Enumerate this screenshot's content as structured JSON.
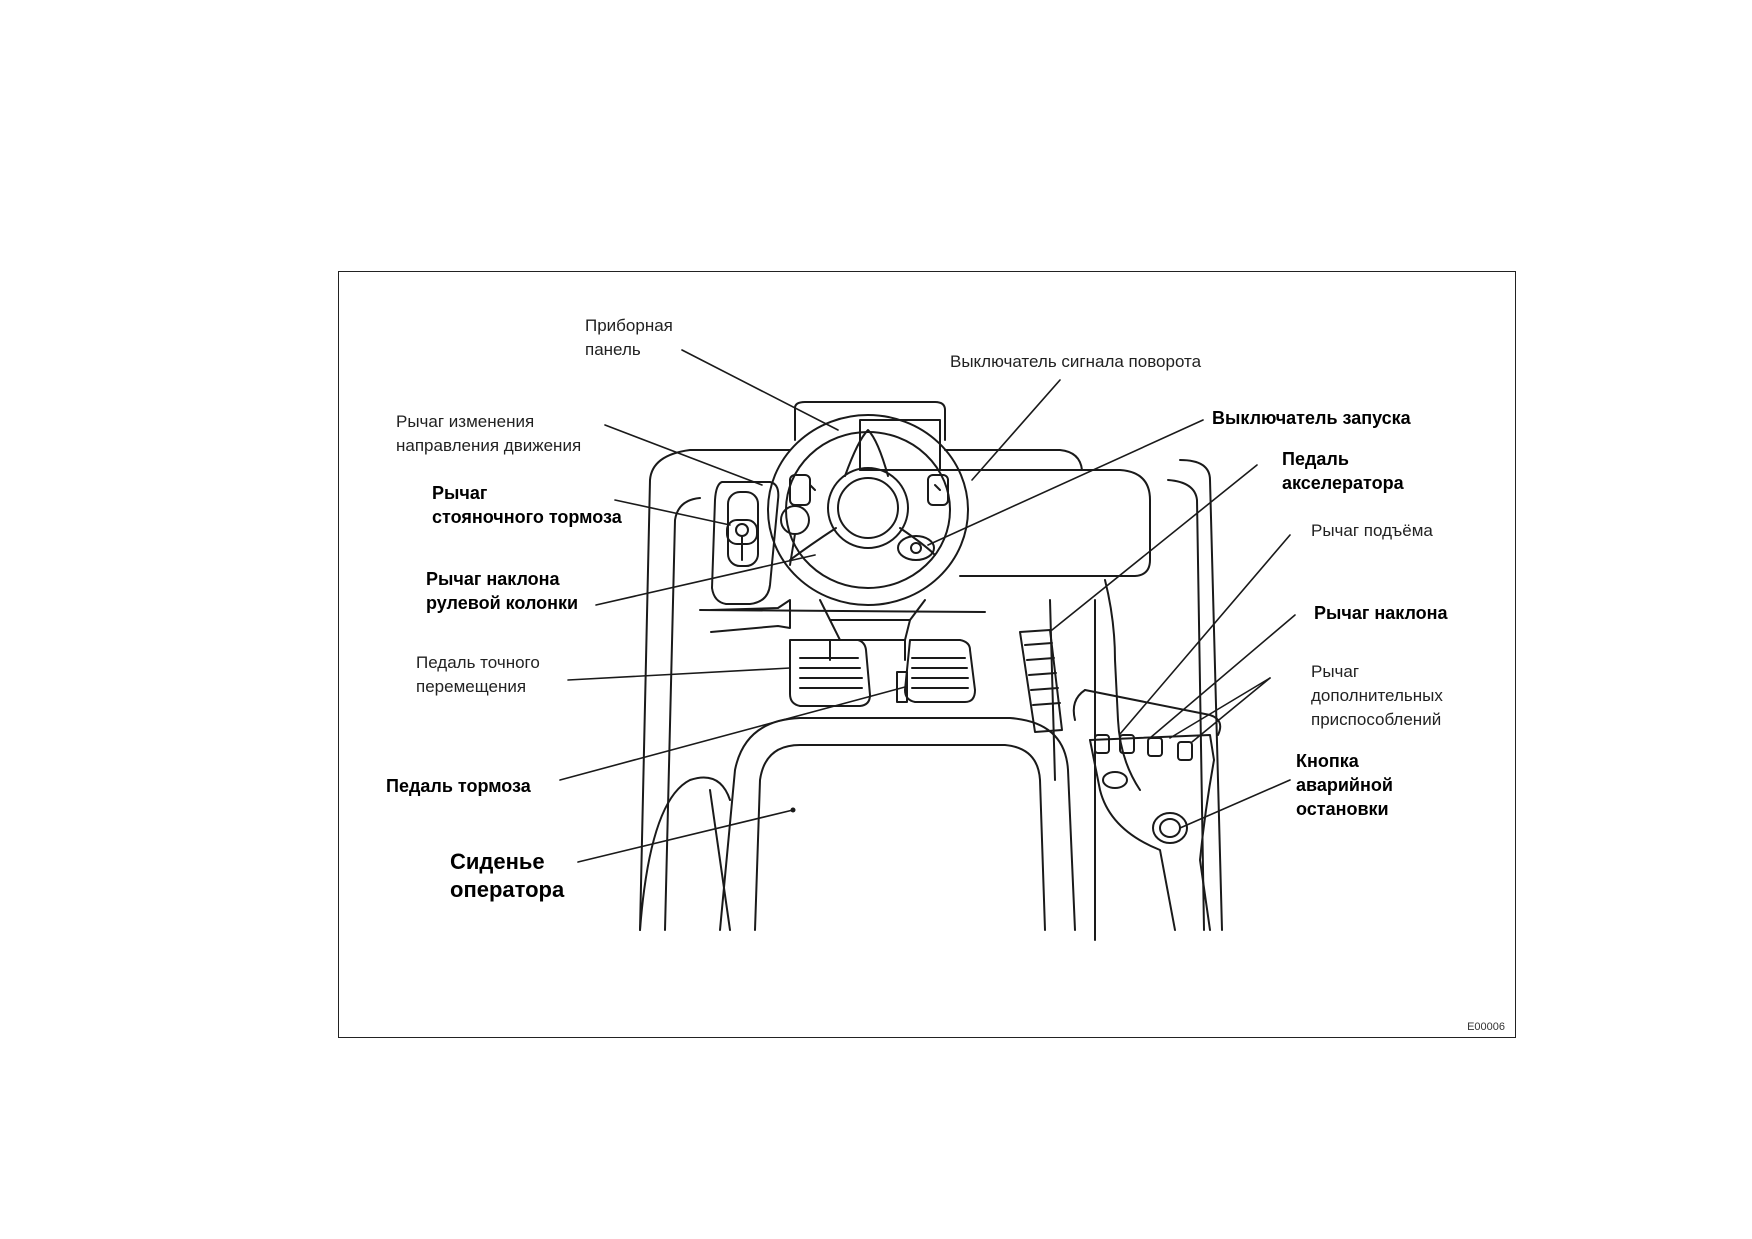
{
  "labels": {
    "instrument_panel": [
      "Приборная",
      "панель"
    ],
    "turn_signal_switch": [
      "Выключатель сигнала поворота"
    ],
    "direction_lever": [
      "Рычаг изменения",
      "направления движения"
    ],
    "ignition_switch": [
      "Выключатель запуска"
    ],
    "parking_brake_lever": [
      "Рычаг",
      "стояночного тормоза"
    ],
    "accelerator_pedal": [
      "Педаль",
      "акселератора"
    ],
    "lift_lever": [
      "Рычаг подъёма"
    ],
    "column_tilt_lever": [
      "Рычаг наклона",
      "рулевой колонки"
    ],
    "tilt_lever": [
      "Рычаг наклона"
    ],
    "inching_pedal": [
      "Педаль точного",
      "перемещения"
    ],
    "attachment_lever": [
      "Рычаг",
      "дополнительных",
      "приспособлений"
    ],
    "emergency_stop": [
      "Кнопка",
      "аварийной",
      "остановки"
    ],
    "brake_pedal": [
      "Педаль тормоза"
    ],
    "operator_seat": [
      "Сиденье",
      "оператора"
    ]
  },
  "figure_code": "E00006"
}
